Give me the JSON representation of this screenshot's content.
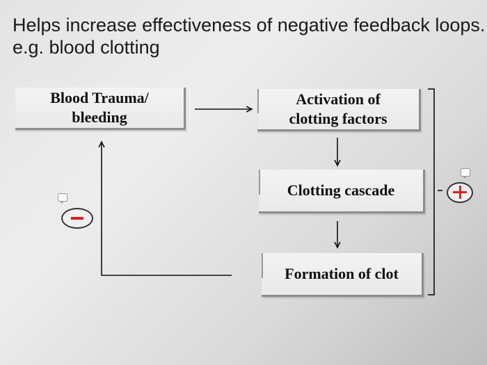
{
  "slide": {
    "title": "Helps increase effectiveness of negative feedback loops. e.g. blood clotting"
  },
  "diagram": {
    "boxes": {
      "trauma": {
        "line1": "Blood Trauma/",
        "line2": "bleeding"
      },
      "activation": {
        "line1": "Activation of",
        "line2": "clotting factors"
      },
      "cascade": {
        "label": "Clotting cascade"
      },
      "clot": {
        "label": "Formation of clot"
      }
    },
    "signs": {
      "negative": "minus-sign-icon",
      "positive": "plus-sign-icon"
    },
    "colors": {
      "sign_red": "#d9201f",
      "box_border": "#8d8d8d"
    }
  }
}
